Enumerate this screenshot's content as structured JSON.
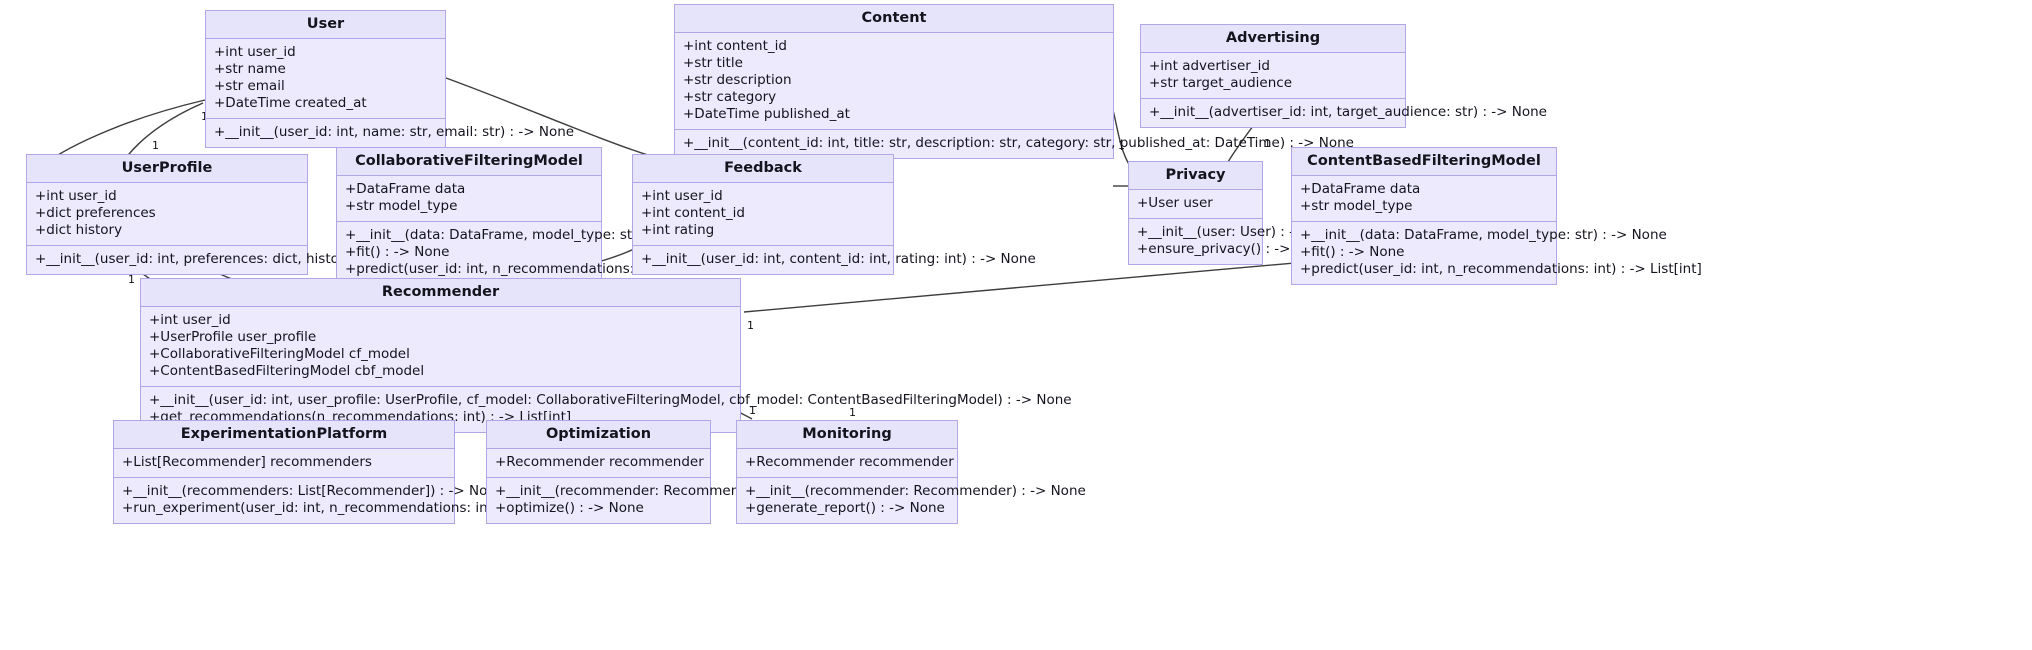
{
  "diagram": {
    "kind": "uml-class-diagram",
    "background": "#ffffff",
    "node_fill": "#eceafc",
    "node_header_fill": "#e6e4fa",
    "node_border": "#b3a6e8",
    "edge_color": "#3d3d3d",
    "multiplicity_label": "1"
  },
  "classes": {
    "user": {
      "name": "User",
      "attributes": [
        "+int user_id",
        "+str name",
        "+str email",
        "+DateTime created_at"
      ],
      "methods": [
        "+__init__(user_id: int, name: str, email: str) : -> None"
      ]
    },
    "content": {
      "name": "Content",
      "attributes": [
        "+int content_id",
        "+str title",
        "+str description",
        "+str category",
        "+DateTime published_at"
      ],
      "methods": [
        "+__init__(content_id: int, title: str, description: str, category: str, published_at: DateTime) : -> None"
      ]
    },
    "advertising": {
      "name": "Advertising",
      "attributes": [
        "+int advertiser_id",
        "+str target_audience"
      ],
      "methods": [
        "+__init__(advertiser_id: int, target_audience: str) : -> None"
      ]
    },
    "user_profile": {
      "name": "UserProfile",
      "attributes": [
        "+int user_id",
        "+dict preferences",
        "+dict history"
      ],
      "methods": [
        "+__init__(user_id: int, preferences: dict, history: dict) : -> None"
      ]
    },
    "collaborative_filtering_model": {
      "name": "CollaborativeFilteringModel",
      "attributes": [
        "+DataFrame data",
        "+str model_type"
      ],
      "methods": [
        "+__init__(data: DataFrame, model_type: str) : -> None",
        "+fit() : -> None",
        "+predict(user_id: int, n_recommendations: int) : -> List[int]"
      ]
    },
    "feedback": {
      "name": "Feedback",
      "attributes": [
        "+int user_id",
        "+int content_id",
        "+int rating"
      ],
      "methods": [
        "+__init__(user_id: int, content_id: int, rating: int) : -> None"
      ]
    },
    "privacy": {
      "name": "Privacy",
      "attributes": [
        "+User user"
      ],
      "methods": [
        "+__init__(user: User) : -> None",
        "+ensure_privacy() : -> None"
      ]
    },
    "content_based_filtering_model": {
      "name": "ContentBasedFilteringModel",
      "attributes": [
        "+DataFrame data",
        "+str model_type"
      ],
      "methods": [
        "+__init__(data: DataFrame, model_type: str) : -> None",
        "+fit() : -> None",
        "+predict(user_id: int, n_recommendations: int) : -> List[int]"
      ]
    },
    "recommender": {
      "name": "Recommender",
      "attributes": [
        "+int user_id",
        "+UserProfile user_profile",
        "+CollaborativeFilteringModel cf_model",
        "+ContentBasedFilteringModel cbf_model"
      ],
      "methods": [
        "+__init__(user_id: int, user_profile: UserProfile, cf_model: CollaborativeFilteringModel, cbf_model: ContentBasedFilteringModel) : -> None",
        "+get_recommendations(n_recommendations: int) : -> List[int]"
      ]
    },
    "experimentation_platform": {
      "name": "ExperimentationPlatform",
      "attributes": [
        "+List[Recommender] recommenders"
      ],
      "methods": [
        "+__init__(recommenders: List[Recommender]) : -> None",
        "+run_experiment(user_id: int, n_recommendations: int) : -> Dict[str, List[int]]"
      ]
    },
    "optimization": {
      "name": "Optimization",
      "attributes": [
        "+Recommender recommender"
      ],
      "methods": [
        "+__init__(recommender: Recommender) : -> None",
        "+optimize() : -> None"
      ]
    },
    "monitoring": {
      "name": "Monitoring",
      "attributes": [
        "+Recommender recommender"
      ],
      "methods": [
        "+__init__(recommender: Recommender) : -> None",
        "+generate_report() : -> None"
      ]
    }
  },
  "multiplicities": [
    {
      "label": "1"
    },
    {
      "label": "1"
    },
    {
      "label": "1"
    },
    {
      "label": "1"
    },
    {
      "label": "1"
    },
    {
      "label": "1"
    },
    {
      "label": "1"
    },
    {
      "label": "1"
    },
    {
      "label": "1"
    },
    {
      "label": "1"
    },
    {
      "label": "1"
    },
    {
      "label": "1"
    },
    {
      "label": "1"
    },
    {
      "label": "1"
    },
    {
      "label": "1"
    },
    {
      "label": "1"
    }
  ]
}
